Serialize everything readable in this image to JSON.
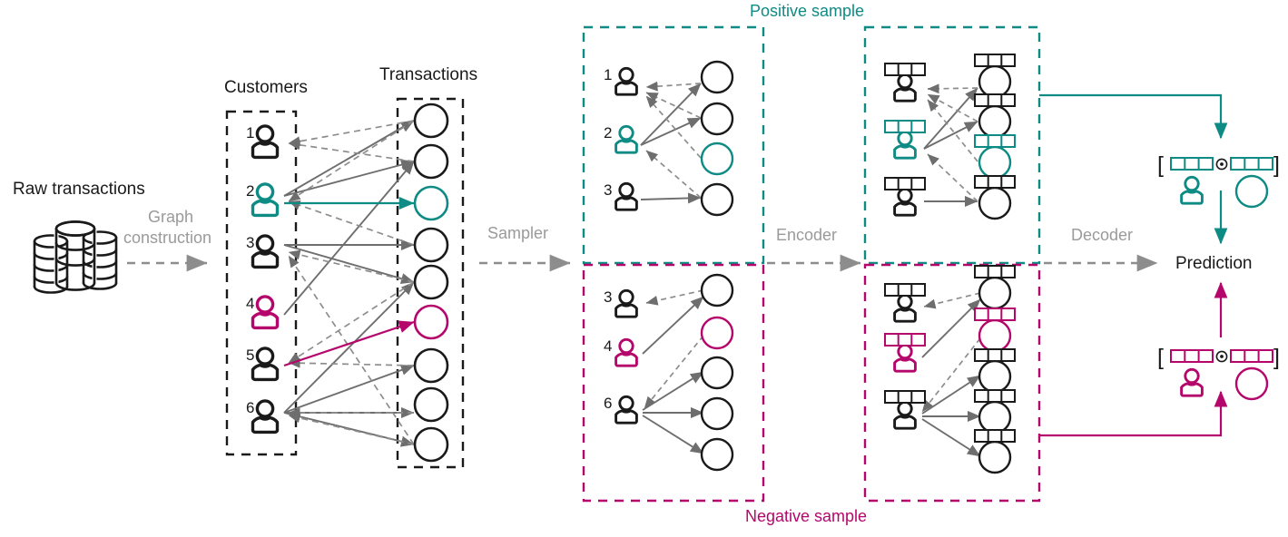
{
  "palette": {
    "teal": "#0E8B84",
    "magenta": "#B5076B",
    "black": "#1a1a1a",
    "gray": "#6e6e6e",
    "light_gray": "#a8a8a8",
    "label_gray": "#9a9a9a"
  },
  "labels": {
    "raw_transactions": "Raw transactions",
    "graph_construction_line1": "Graph",
    "graph_construction_line2": "construction",
    "customers": "Customers",
    "transactions": "Transactions",
    "sampler": "Sampler",
    "encoder": "Encoder",
    "decoder": "Decoder",
    "positive_sample": "Positive sample",
    "negative_sample": "Negative sample",
    "prediction": "Prediction"
  },
  "graph": {
    "customer_indices": [
      "1",
      "2",
      "3",
      "4",
      "5",
      "6"
    ],
    "customer_colors": [
      "black",
      "teal",
      "black",
      "magenta",
      "black",
      "black"
    ],
    "transaction_count": 9,
    "transaction_colors": [
      "black",
      "black",
      "teal",
      "black",
      "black",
      "magenta",
      "black",
      "black",
      "black"
    ]
  },
  "positive_sample": {
    "customer_indices": [
      "1",
      "2",
      "3"
    ],
    "customer_colors": [
      "black",
      "teal",
      "black"
    ],
    "transaction_colors": [
      "black",
      "black",
      "teal",
      "black"
    ]
  },
  "negative_sample": {
    "customer_indices": [
      "3",
      "4",
      "6"
    ],
    "customer_colors": [
      "black",
      "magenta",
      "black"
    ],
    "transaction_colors": [
      "black",
      "magenta",
      "black",
      "black",
      "black"
    ]
  },
  "encoder_positive": {
    "customer_colors": [
      "black",
      "teal",
      "black"
    ],
    "transaction_colors": [
      "black",
      "black",
      "teal",
      "black"
    ],
    "embedding_cells": 3
  },
  "encoder_negative": {
    "customer_colors": [
      "black",
      "magenta",
      "black"
    ],
    "transaction_colors": [
      "black",
      "magenta",
      "black",
      "black",
      "black"
    ],
    "embedding_cells": 3
  },
  "decoder": {
    "bracket_open": "[",
    "bracket_close": "]",
    "operator": "⊙",
    "embedding_cells": 3,
    "positive_color": "teal",
    "negative_color": "magenta"
  }
}
